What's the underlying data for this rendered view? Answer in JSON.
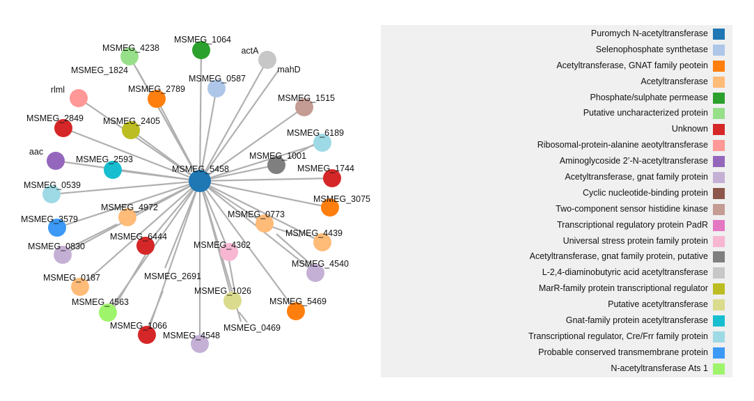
{
  "hub": {
    "label": "MSMEG_5458",
    "category": 0
  },
  "nodes": [
    {
      "label": "MSMEG_1064",
      "category": 4
    },
    {
      "label": "actA",
      "category": 15
    },
    {
      "label": "mahD",
      "category": null
    },
    {
      "label": "MSMEG_4238",
      "category": 5
    },
    {
      "label": "MSMEG_1824",
      "category": null
    },
    {
      "label": "MSMEG_0587",
      "category": 1
    },
    {
      "label": "MSMEG_2789",
      "category": 2
    },
    {
      "label": "MSMEG_1515",
      "category": 11
    },
    {
      "label": "rlml",
      "category": 7
    },
    {
      "label": "MSMEG_2405",
      "category": 16
    },
    {
      "label": "MSMEG_2849",
      "category": 6
    },
    {
      "label": "MSMEG_6189",
      "category": 19
    },
    {
      "label": "aac",
      "category": 8
    },
    {
      "label": "MSMEG_1001",
      "category": 14
    },
    {
      "label": "MSMEG_2593",
      "category": 18
    },
    {
      "label": "MSMEG_1744",
      "category": 6
    },
    {
      "label": "MSMEG_0539",
      "category": 19
    },
    {
      "label": "MSMEG_3075",
      "category": 2
    },
    {
      "label": "MSMEG_4972",
      "category": 3
    },
    {
      "label": "MSMEG_0773",
      "category": 3
    },
    {
      "label": "MSMEG_3579",
      "category": 20
    },
    {
      "label": "MSMEG_4439",
      "category": 3
    },
    {
      "label": "MSMEG_6444",
      "category": 6
    },
    {
      "label": "MSMEG_0830",
      "category": 9
    },
    {
      "label": "MSMEG_4362",
      "category": 13
    },
    {
      "label": "MSMEG_4540",
      "category": 9
    },
    {
      "label": "MSMEG_2691",
      "category": null
    },
    {
      "label": "MSMEG_0187",
      "category": 3
    },
    {
      "label": "MSMEG_1026",
      "category": 17
    },
    {
      "label": "MSMEG_4563",
      "category": 21
    },
    {
      "label": "MSMEG_5469",
      "category": 2
    },
    {
      "label": "MSMEG_0469",
      "category": null
    },
    {
      "label": "MSMEG_1066",
      "category": 6
    },
    {
      "label": "MSMEG_4548",
      "category": 9
    }
  ],
  "legend": [
    {
      "label": "Puromych N-acetyltransferase",
      "color": "#1f77b4"
    },
    {
      "label": "Selenophosphate synthetase",
      "color": "#aec7e8"
    },
    {
      "label": "Acetyltransferase, GNAT family peotein",
      "color": "#ff7f0e"
    },
    {
      "label": "Acetyltransferase",
      "color": "#ffbb78"
    },
    {
      "label": "Phosphate/sulphate permease",
      "color": "#2ca02c"
    },
    {
      "label": "Putative uncharacterized protein",
      "color": "#98df8a"
    },
    {
      "label": "Unknown",
      "color": "#d62728"
    },
    {
      "label": "Ribosomal-protein-alanine aeotyltransferase",
      "color": "#ff9896"
    },
    {
      "label": "Aminoglycoside 2’-N-acetyltransferase",
      "color": "#9467bd"
    },
    {
      "label": "Acetyltransferase, gnat family protein",
      "color": "#c5b0d5"
    },
    {
      "label": "Cyclic nucleotide-binding protein",
      "color": "#8c564b"
    },
    {
      "label": "Two-component sensor histidine kinase",
      "color": "#c49c94"
    },
    {
      "label": "Transcriptional regulatory protein PadR",
      "color": "#e377c2"
    },
    {
      "label": "Universal stress protein family protein",
      "color": "#f7b6d2"
    },
    {
      "label": "Acetyltransferase, gnat family protein, putative",
      "color": "#7f7f7f"
    },
    {
      "label": "L-2,4-diaminobutyric acid acetyltransferase",
      "color": "#c7c7c7"
    },
    {
      "label": "MarR-family protein transcriptional regulator",
      "color": "#bcbd22"
    },
    {
      "label": "Putative acetyltransferase",
      "color": "#dbdb8d"
    },
    {
      "label": "Gnat-family protein acetyltransferase",
      "color": "#17becf"
    },
    {
      "label": "Transcriptional regulator, Cre/Frr family protein",
      "color": "#9edae5"
    },
    {
      "label": "Probable conserved transmembrane protein",
      "color": "#3c99f5"
    },
    {
      "label": "N-acetyltransferase Ats 1",
      "color": "#9ef56b"
    }
  ]
}
